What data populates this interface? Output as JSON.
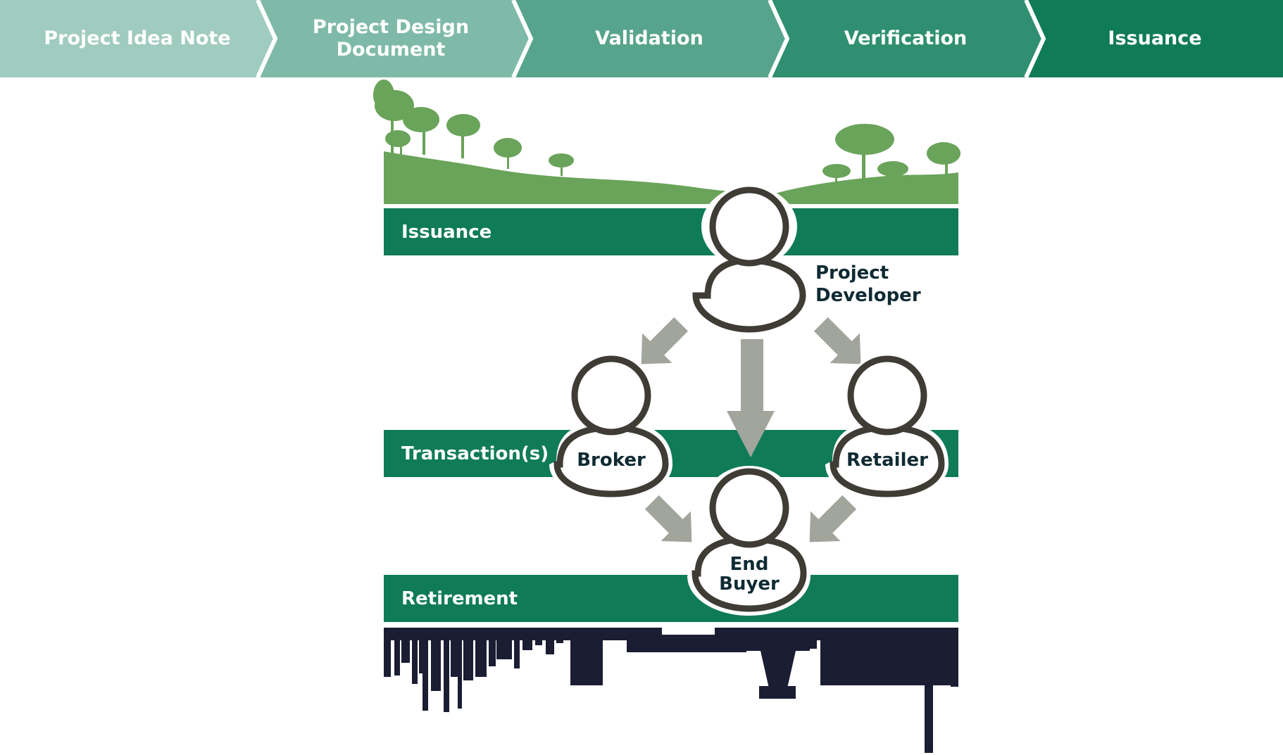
{
  "colors": {
    "stage1": "#a0cbbf",
    "stage2": "#7fbaa8",
    "stage3": "#57a48c",
    "stage4": "#2f8f70",
    "stage5": "#0f7b57",
    "band": "#0f7b57",
    "landscape": "#6aa35a",
    "arrow": "#a1a59c",
    "person_outline": "#3f3b35",
    "skyline": "#1b1d33",
    "text_dark": "#0f2a33"
  },
  "stages": [
    {
      "label": "Project Idea Note"
    },
    {
      "label": "Project Design Document"
    },
    {
      "label": "Validation"
    },
    {
      "label": "Verification"
    },
    {
      "label": "Issuance"
    }
  ],
  "bands": {
    "issuance": "Issuance",
    "transactions": "Transaction(s)",
    "retirement": "Retirement"
  },
  "actors": {
    "project_developer": "Project Developer",
    "broker": "Broker",
    "retailer": "Retailer",
    "end_buyer": "End Buyer"
  },
  "icons": {
    "person": "person-icon",
    "arrow": "arrow-icon",
    "tree": "tree-icon",
    "skyline": "city-skyline-icon"
  }
}
